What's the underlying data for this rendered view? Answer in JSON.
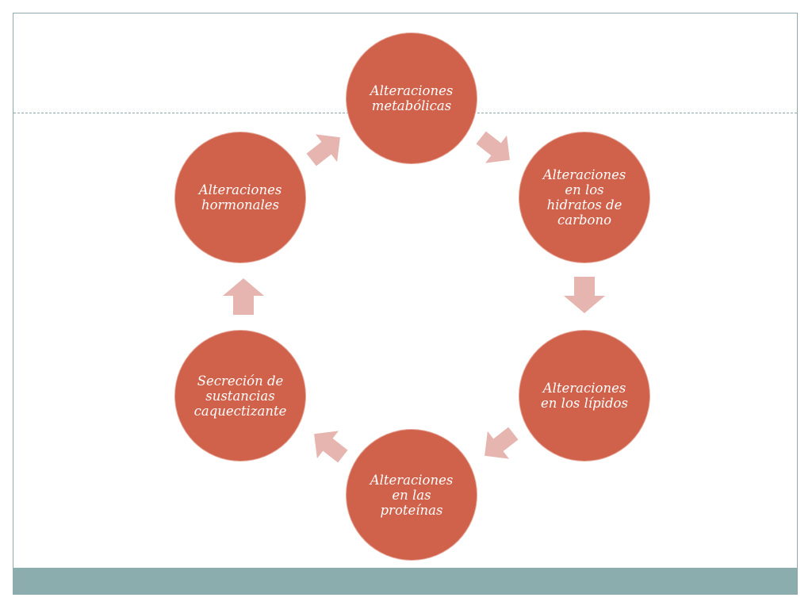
{
  "diagram": {
    "nodes": [
      {
        "label": "Alteraciones\nmetabólicas"
      },
      {
        "label": "Alteraciones\nen los\nhidratos de\ncarbono"
      },
      {
        "label": "Alteraciones\nen los lípidos"
      },
      {
        "label": "Alteraciones\nen las\nproteínas"
      },
      {
        "label": "Secreción de\nsustancias\ncaquectizante"
      },
      {
        "label": "Alteraciones\nhormonales"
      }
    ],
    "edges": [
      {
        "from": 0,
        "to": 1
      },
      {
        "from": 1,
        "to": 2
      },
      {
        "from": 2,
        "to": 3
      },
      {
        "from": 3,
        "to": 4
      },
      {
        "from": 4,
        "to": 5
      },
      {
        "from": 5,
        "to": 0
      }
    ],
    "colors": {
      "node_fill": "#d0614a",
      "arrow_fill": "#e6b5b0",
      "footer_bar": "#8cadad",
      "frame_border": "#8fa9ad"
    }
  }
}
